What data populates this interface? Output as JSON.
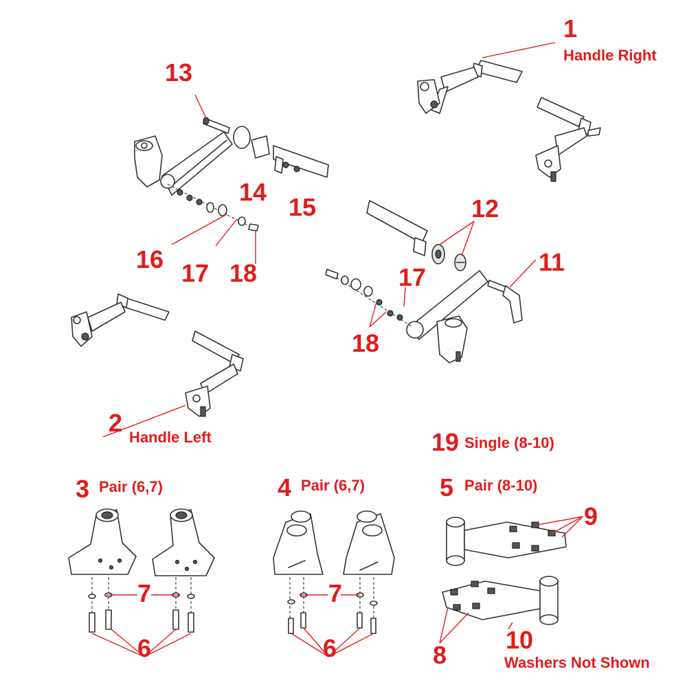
{
  "callouts": {
    "c1": {
      "number": "1",
      "label": "Handle Right"
    },
    "c2": {
      "number": "2",
      "label": "Handle Left"
    },
    "c3": {
      "number": "3",
      "label": "Pair (6,7)"
    },
    "c4": {
      "number": "4",
      "label": "Pair (6,7)"
    },
    "c5": {
      "number": "5",
      "label": "Pair (8-10)"
    },
    "c6a": {
      "number": "6"
    },
    "c6b": {
      "number": "6"
    },
    "c7a": {
      "number": "7"
    },
    "c7b": {
      "number": "7"
    },
    "c8": {
      "number": "8"
    },
    "c9": {
      "number": "9"
    },
    "c10": {
      "number": "10",
      "label": "Washers Not Shown"
    },
    "c11": {
      "number": "11"
    },
    "c12": {
      "number": "12"
    },
    "c13": {
      "number": "13"
    },
    "c14": {
      "number": "14"
    },
    "c15": {
      "number": "15"
    },
    "c16": {
      "number": "16"
    },
    "c17a": {
      "number": "17"
    },
    "c17b": {
      "number": "17"
    },
    "c18a": {
      "number": "18"
    },
    "c18b": {
      "number": "18"
    },
    "c19": {
      "number": "19",
      "label": "Single (8-10)"
    }
  },
  "colors": {
    "callout": "#e31b1b",
    "line_art": "#333333",
    "background": "#ffffff"
  }
}
